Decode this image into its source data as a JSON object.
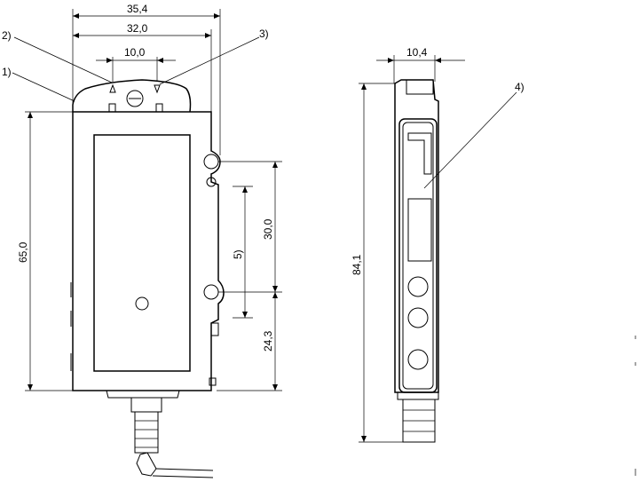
{
  "dimensions": {
    "width_overall": "35,4",
    "width_body": "32,0",
    "led_spacing": "10,0",
    "height_body": "65,0",
    "hole_spacing": "30,0",
    "hole_to_bottom": "24,3",
    "side_width": "10,4",
    "side_height": "84,1"
  },
  "callouts": {
    "c1": "1)",
    "c2": "2)",
    "c3": "3)",
    "c4": "4)",
    "c5": "5)"
  }
}
